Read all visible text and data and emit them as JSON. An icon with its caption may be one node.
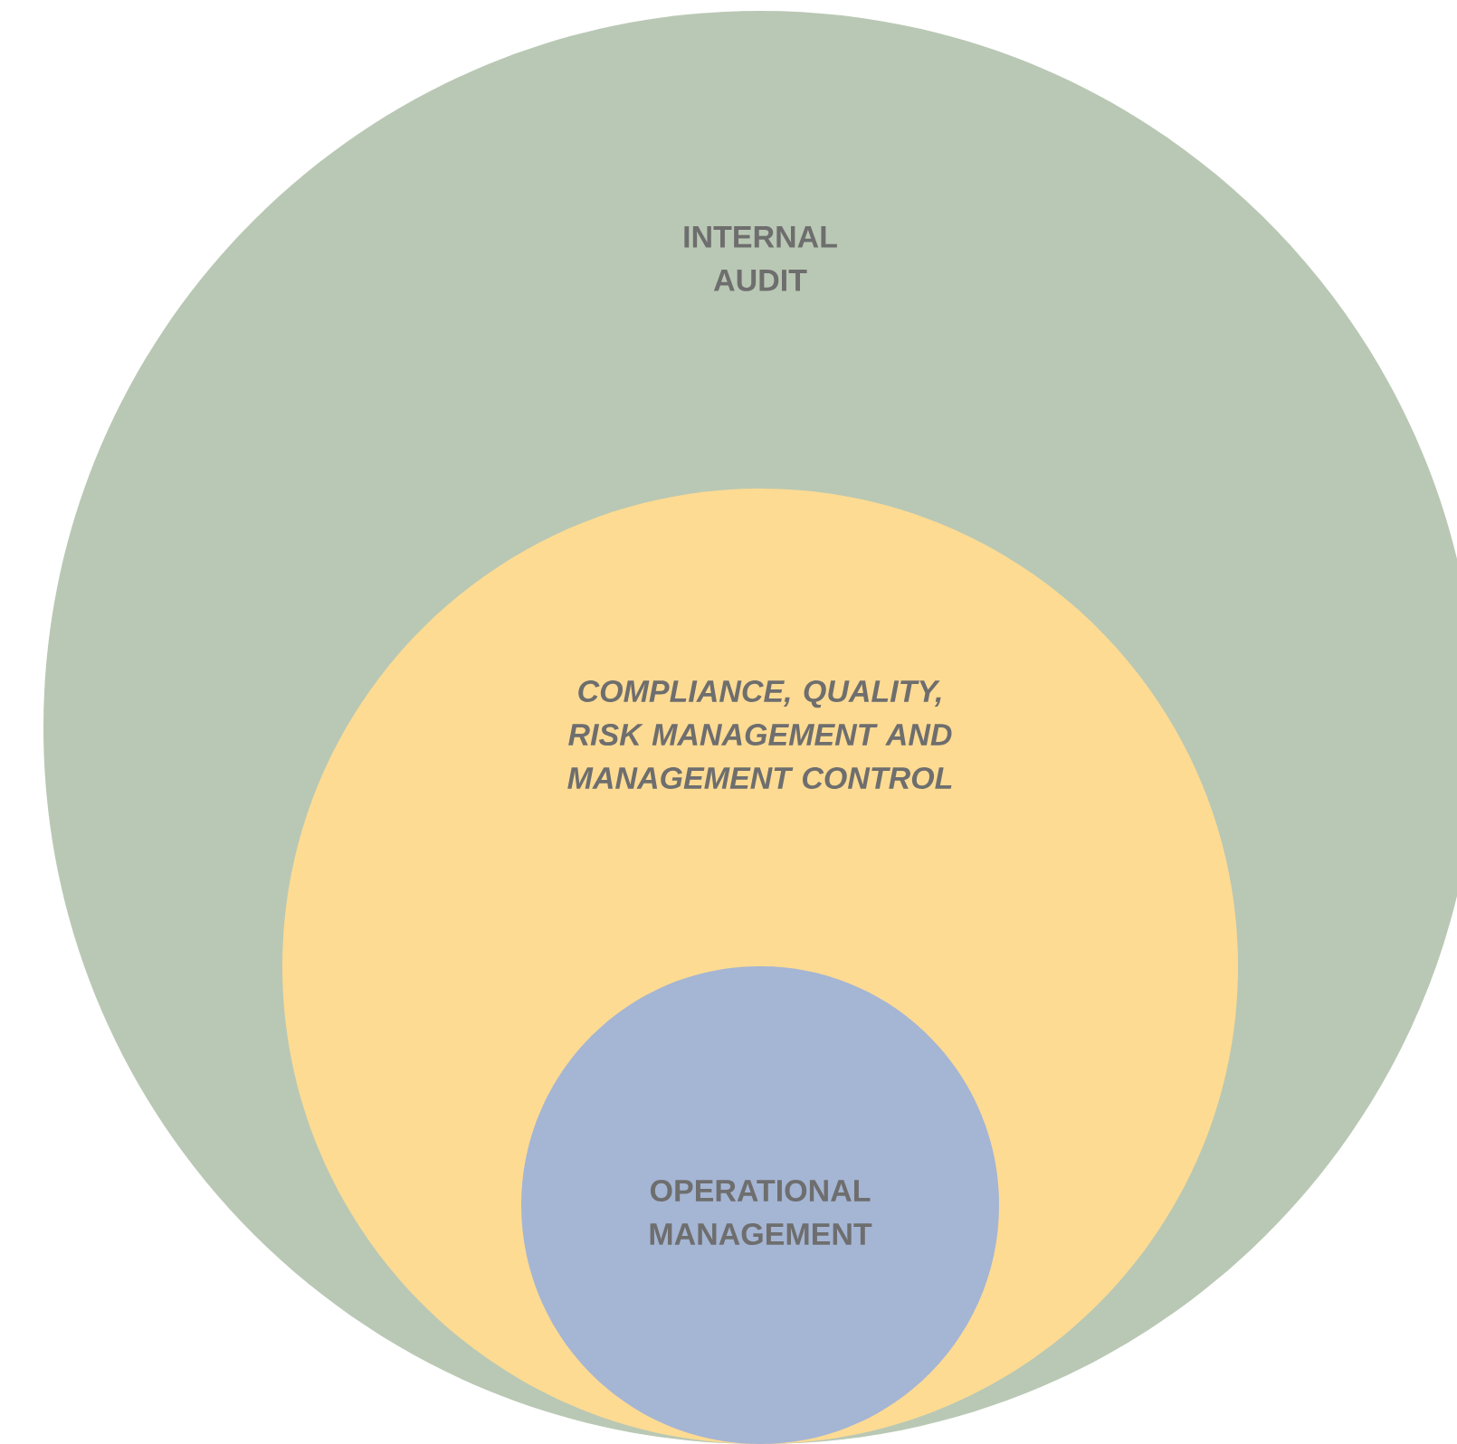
{
  "diagram": {
    "nodes": [
      {
        "text": [
          "INTERNAL AUDIT"
        ]
      },
      {
        "text": [
          "COMPLIANCE, QUALITY, RISK MANAGEMENT AND MANAGEMENT CONTROL"
        ],
        "in": 0
      },
      {
        "text": [
          "OPERATIONAL MANAGEMENT"
        ],
        "in": 1
      }
    ]
  }
}
